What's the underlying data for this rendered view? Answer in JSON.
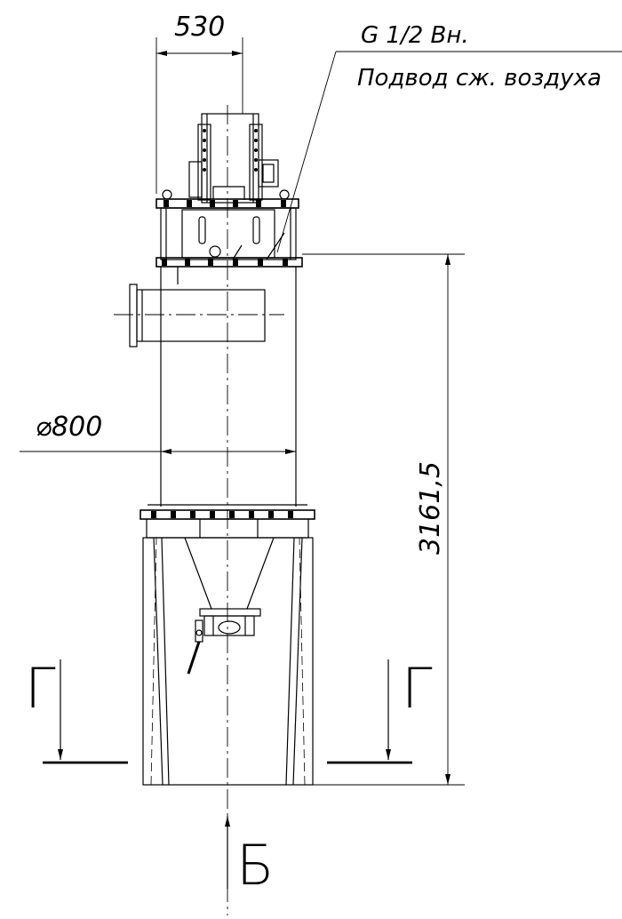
{
  "dimensions": {
    "width_top": "530",
    "diameter": "⌀800",
    "height": "3161,5"
  },
  "callout": {
    "thread": "G 1/2 Вн.",
    "label": "Подвод сж. воздуха"
  },
  "section": {
    "left": "Г",
    "right": "Г",
    "view": "Б"
  }
}
